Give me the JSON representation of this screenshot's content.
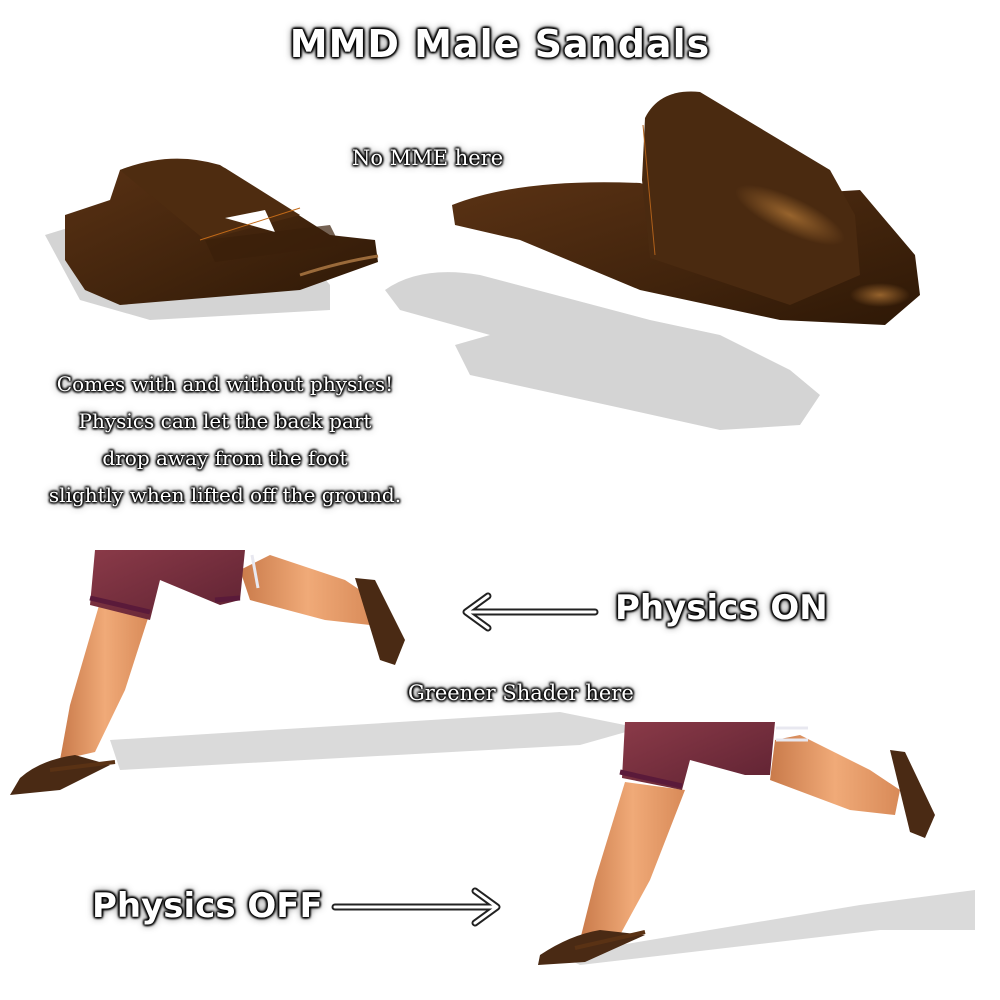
{
  "title": "MMD Male Sandals",
  "annotations": {
    "no_mme": "No MME here",
    "greener_shader": "Greener Shader here"
  },
  "caption_lines": [
    "Comes with and without physics!",
    "Physics can let the back part",
    "drop away from the foot",
    "slightly when lifted off the ground."
  ],
  "labels": {
    "physics_on": "Physics ON",
    "physics_off": "Physics OFF"
  },
  "colors": {
    "background": "#ffffff",
    "sandal_brown": "#4a2a10",
    "sandal_highlight": "#8a5a28",
    "shadow_gray": "#d4d4d4",
    "skin": "#e8a070",
    "shorts": "#7a2e3e",
    "shorts_cuff": "#5a1a3a"
  }
}
